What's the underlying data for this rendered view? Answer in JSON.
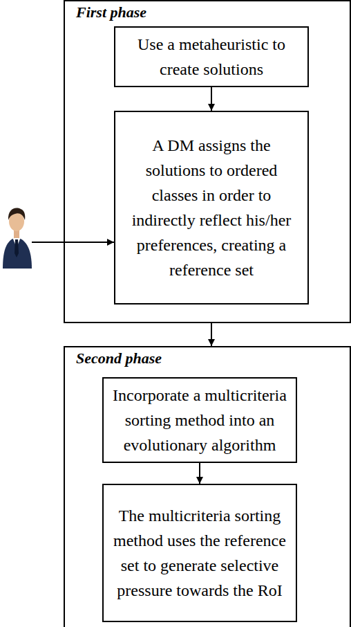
{
  "diagram": {
    "nodes": [
      {
        "text": [
          "First phase"
        ]
      },
      {
        "text": [
          "Use a metaheuristic to create solutions"
        ],
        "in": 0
      },
      {
        "text": [
          "A DM assigns the solutions to ordered classes in order to indirectly reflect his/her preferences, creating a reference set"
        ],
        "in": 0
      },
      {
        "text": [
          "Second phase"
        ]
      },
      {
        "text": [
          "Incorporate a multicriteria sorting method into an evolutionary algorithm"
        ],
        "in": 3
      },
      {
        "text": [
          "The multicriteria sorting method uses the reference set to generate selective pressure towards the RoI"
        ],
        "in": 3
      }
    ],
    "edges": [
      {
        "from": 1,
        "to": 2,
        "arrow": "to"
      },
      {
        "from": 0,
        "to": 3,
        "arrow": "to"
      },
      {
        "from": 4,
        "to": 5,
        "arrow": "to"
      }
    ]
  }
}
